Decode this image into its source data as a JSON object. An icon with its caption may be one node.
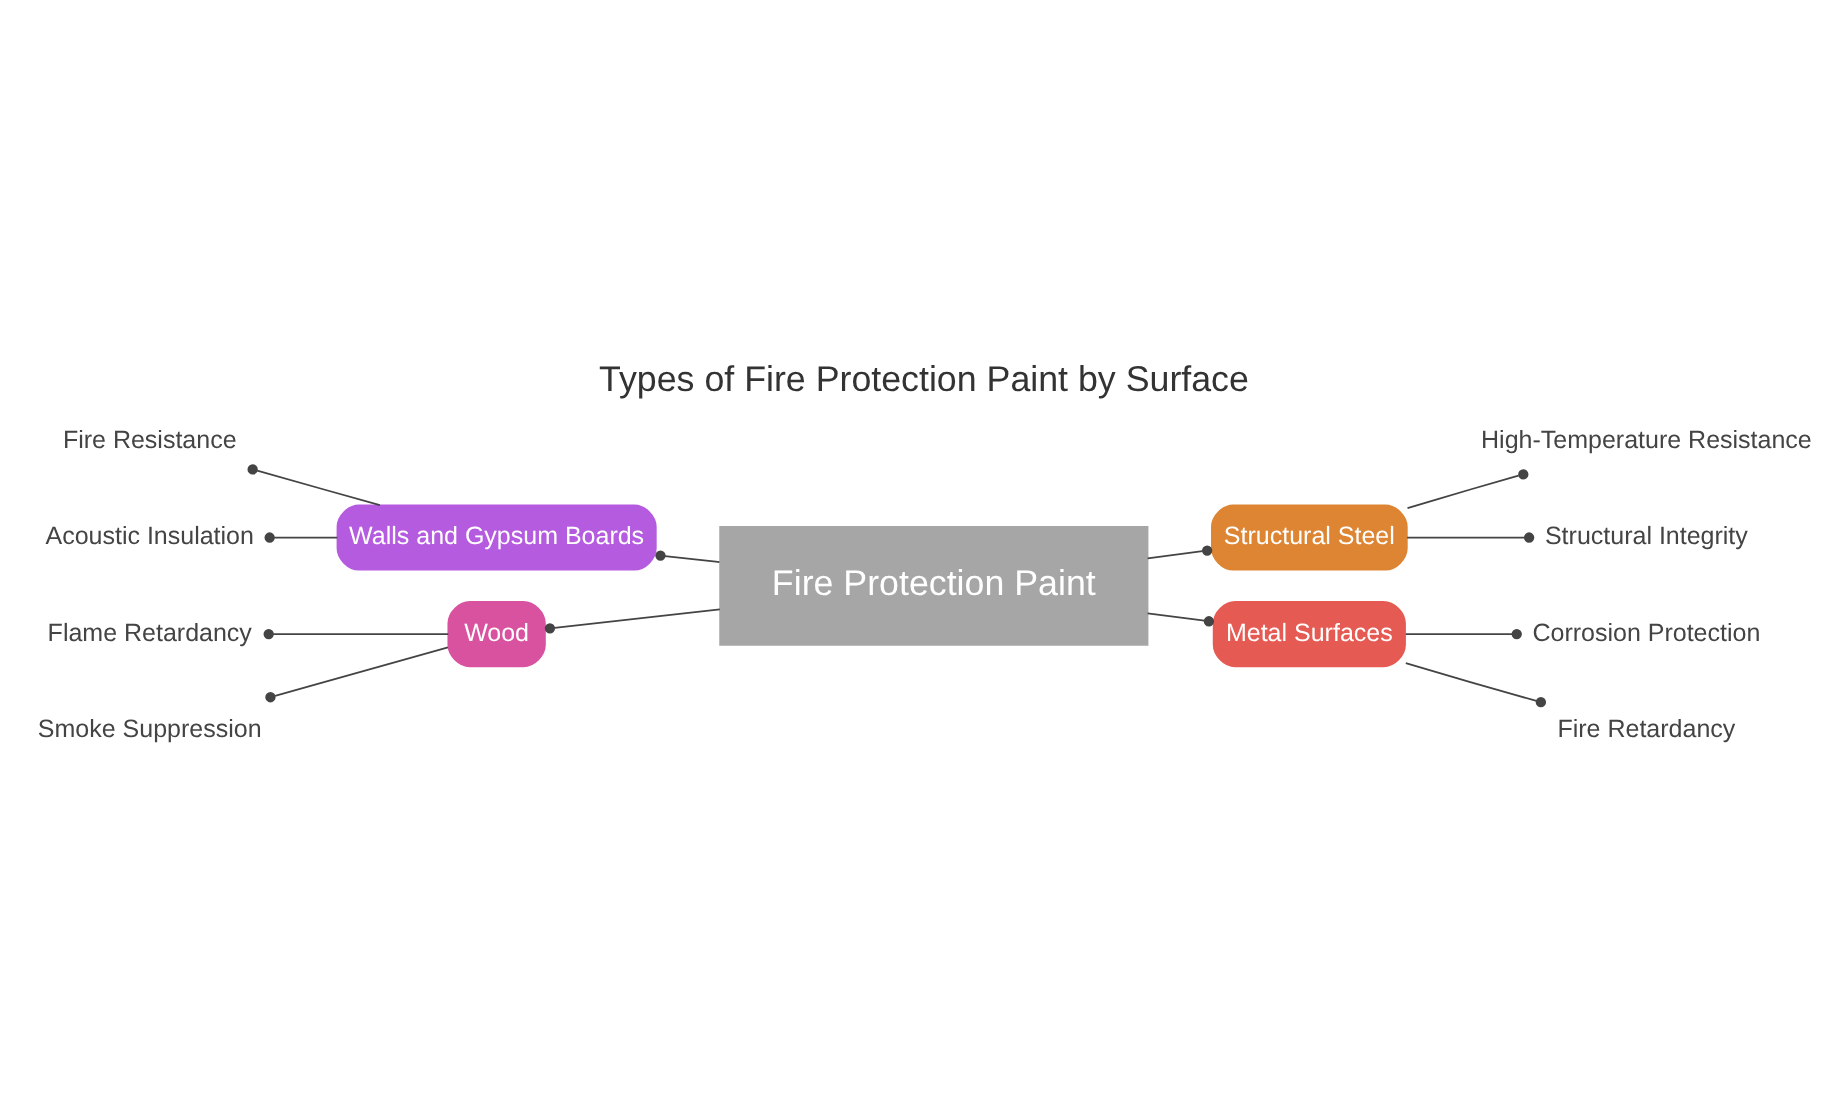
{
  "diagram": {
    "title": "Types of Fire Protection Paint by Surface",
    "nodes": [
      {
        "text": [
          "Fire Protection Paint"
        ]
      },
      {
        "text": [
          "Walls and Gypsum Boards"
        ]
      },
      {
        "text": [
          "Fire Resistance"
        ]
      },
      {
        "text": [
          "Acoustic Insulation"
        ]
      },
      {
        "text": [
          "Wood"
        ]
      },
      {
        "text": [
          "Flame Retardancy"
        ]
      },
      {
        "text": [
          "Smoke Suppression"
        ]
      },
      {
        "text": [
          "Structural Steel"
        ]
      },
      {
        "text": [
          "High-Temperature Resistance"
        ]
      },
      {
        "text": [
          "Structural Integrity"
        ]
      },
      {
        "text": [
          "Metal Surfaces"
        ]
      },
      {
        "text": [
          "Corrosion Protection"
        ]
      },
      {
        "text": [
          "Fire Retardancy"
        ]
      }
    ],
    "edges": [
      {
        "from": 0,
        "to": 1,
        "arrow": "other"
      },
      {
        "from": 1,
        "to": 2,
        "arrow": "other"
      },
      {
        "from": 1,
        "to": 3,
        "arrow": "other"
      },
      {
        "from": 0,
        "to": 4,
        "arrow": "other"
      },
      {
        "from": 4,
        "to": 5,
        "arrow": "other"
      },
      {
        "from": 4,
        "to": 6,
        "arrow": "other"
      },
      {
        "from": 0,
        "to": 7,
        "arrow": "other"
      },
      {
        "from": 7,
        "to": 8,
        "arrow": "other"
      },
      {
        "from": 7,
        "to": 9,
        "arrow": "other"
      },
      {
        "from": 0,
        "to": 10,
        "arrow": "other"
      },
      {
        "from": 10,
        "to": 11,
        "arrow": "other"
      },
      {
        "from": 10,
        "to": 12,
        "arrow": "other"
      }
    ]
  }
}
